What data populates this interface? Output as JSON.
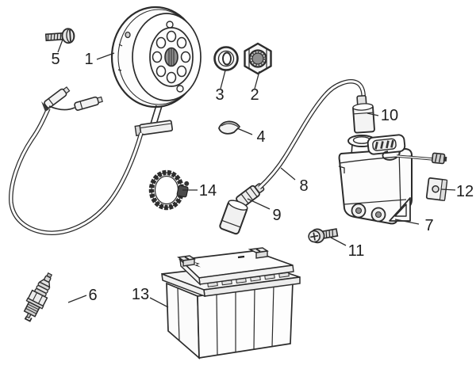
{
  "canvas": {
    "background": "#ffffff",
    "line_color": "#2b2b2b",
    "label_color": "#1e1e1e",
    "shade_light": "#ececec",
    "shade_dark": "#3a3a3a"
  },
  "parts": [
    {
      "number": "1",
      "name": "flywheel-magneto-rotor"
    },
    {
      "number": "2",
      "name": "hex-nut"
    },
    {
      "number": "3",
      "name": "washer"
    },
    {
      "number": "4",
      "name": "woodruff-key"
    },
    {
      "number": "5",
      "name": "stator-screw"
    },
    {
      "number": "6",
      "name": "spark-plug"
    },
    {
      "number": "7",
      "name": "ignition-coil"
    },
    {
      "number": "8",
      "name": "high-tension-cable"
    },
    {
      "number": "9",
      "name": "spark-plug-cap"
    },
    {
      "number": "10",
      "name": "cable-boot-cap"
    },
    {
      "number": "11",
      "name": "coil-mount-screw"
    },
    {
      "number": "12",
      "name": "clip-plate"
    },
    {
      "number": "13",
      "name": "battery"
    },
    {
      "number": "14",
      "name": "clamp-ring"
    }
  ]
}
